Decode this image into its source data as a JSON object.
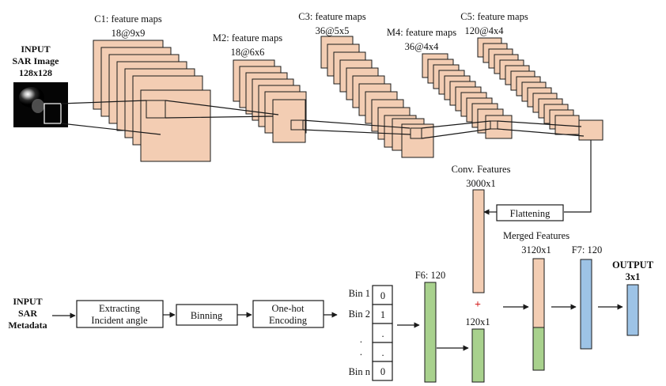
{
  "input_image": {
    "lines": [
      "INPUT",
      "SAR Image",
      "128x128"
    ]
  },
  "c1": {
    "title": "C1: feature maps",
    "dims": "18@9x9"
  },
  "m2": {
    "title": "M2: feature maps",
    "dims": "18@6x6"
  },
  "c3": {
    "title": "C3: feature maps",
    "dims": "36@5x5"
  },
  "m4": {
    "title": "M4: feature maps",
    "dims": "36@4x4"
  },
  "c5": {
    "title": "C5: feature maps",
    "dims": "120@4x4"
  },
  "conv_features": {
    "title": "Conv. Features",
    "dims": "3000x1"
  },
  "flattening": "Flattening",
  "merged": {
    "title": "Merged Features",
    "dims": "3120x1"
  },
  "f7": "F7: 120",
  "output": {
    "title": "OUTPUT",
    "dims": "3x1"
  },
  "f6": "F6: 120",
  "plus": "+",
  "meta_vec": "120x1",
  "input_meta": {
    "lines": [
      "INPUT",
      "SAR",
      "Metadata"
    ]
  },
  "extract": {
    "line1": "Extracting",
    "line2": "Incident angle"
  },
  "binning": "Binning",
  "onehot": {
    "line1": "One-hot",
    "line2": "Encoding"
  },
  "bins": {
    "labels": [
      "Bin 1",
      "Bin 2",
      ".",
      ".",
      "Bin n"
    ],
    "values": [
      "0",
      "1",
      ".",
      ".",
      "0"
    ]
  },
  "colors": {
    "feature_map": "#f3cdb3",
    "dense_green": "#a8d18d",
    "dense_blue": "#9dc3e6",
    "plus_red": "#d42020"
  }
}
